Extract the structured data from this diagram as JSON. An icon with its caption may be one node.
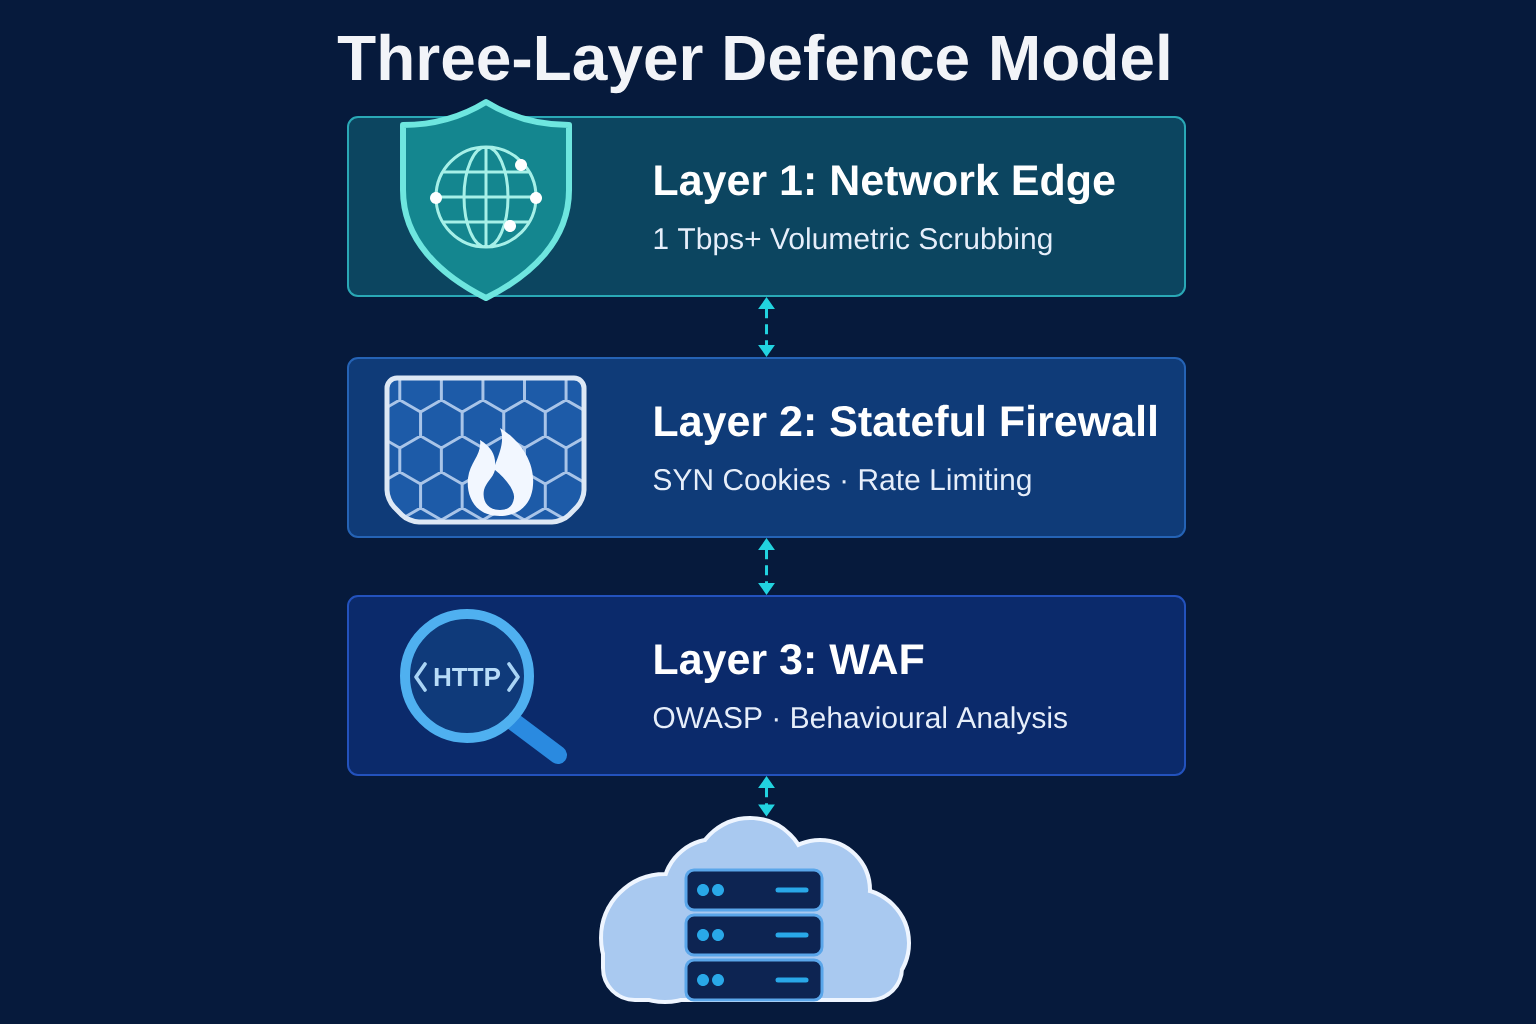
{
  "diagram": {
    "title": "Three-Layer Defence Model",
    "nodes": [
      {
        "text": [
          "Layer 1: Network Edge",
          "1 Tbps+ Volumetric Scrubbing"
        ]
      },
      {
        "text": [
          "Layer 2: Stateful Firewall",
          "SYN Cookies · Rate Limiting"
        ]
      },
      {
        "text": [
          "Layer 3: WAF",
          "OWASP · Behavioural Analysis"
        ]
      },
      {
        "text": [],
        "shape": "cloud"
      }
    ],
    "edges": [
      {
        "from": 0,
        "to": 1,
        "arrow": "both",
        "style": "dashed"
      },
      {
        "from": 1,
        "to": 2,
        "arrow": "both",
        "style": "dashed"
      },
      {
        "from": 2,
        "to": 3,
        "arrow": "both",
        "style": "dashed"
      }
    ],
    "labels": [
      "HTTP"
    ]
  }
}
